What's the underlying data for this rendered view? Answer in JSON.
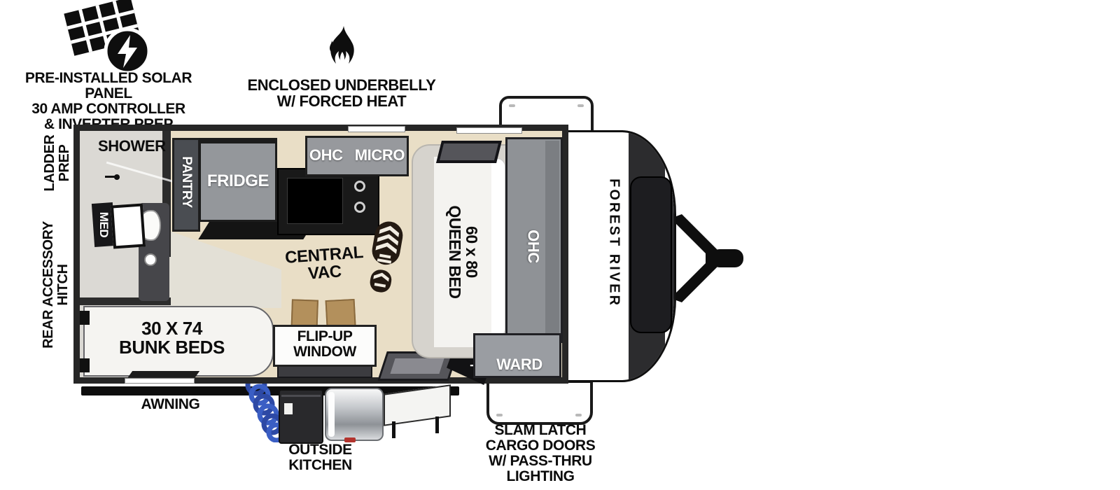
{
  "exterior": {
    "solar": {
      "icon": "solar-panel-icon",
      "lines": [
        "PRE-INSTALLED SOLAR PANEL",
        "30 AMP CONTROLLER",
        "& INVERTER PREP"
      ]
    },
    "underbelly": {
      "icon": "fire-icon",
      "lines": [
        "ENCLOSED UNDERBELLY",
        "W/ FORCED HEAT"
      ]
    },
    "ladder_prep": {
      "lines": [
        "LADDER",
        "PREP"
      ]
    },
    "rear_accessory_hitch": {
      "lines": [
        "REAR ACCESSORY",
        "HITCH"
      ]
    },
    "awning_label": "AWNING",
    "outside_kitchen": {
      "lines": [
        "OUTSIDE",
        "KITCHEN"
      ]
    },
    "cargo_doors": {
      "lines": [
        "SLAM LATCH",
        "CARGO DOORS",
        "W/ PASS-THRU",
        "LIGHTING"
      ]
    }
  },
  "interior": {
    "shower": "SHOWER",
    "med": "MED",
    "pantry": "PANTRY",
    "fridge": "FRIDGE",
    "ohc_kitchen": "OHC",
    "micro": "MICRO",
    "central_vac": {
      "lines": [
        "CENTRAL",
        "VAC"
      ],
      "icon": "boot-print-icon"
    },
    "bunk_beds": {
      "lines": [
        "30 X 74",
        "BUNK BEDS"
      ]
    },
    "flip_up_window": {
      "lines": [
        "FLIP-UP",
        "WINDOW"
      ]
    },
    "queen_bed": {
      "lines": [
        "60 x 80",
        "QUEEN BED"
      ]
    },
    "ohc_front": "OHC",
    "ward": "WARD",
    "tv": "TV"
  },
  "branding": {
    "manufacturer": "FOREST RIVER"
  },
  "colors": {
    "wall": "#2c2c2c",
    "floor": "#e9dec6",
    "cabinet": "#94979b",
    "hose_blue": "#3a5ec4",
    "awning": "#0d0d0d",
    "bed": "#d6d3cd"
  }
}
